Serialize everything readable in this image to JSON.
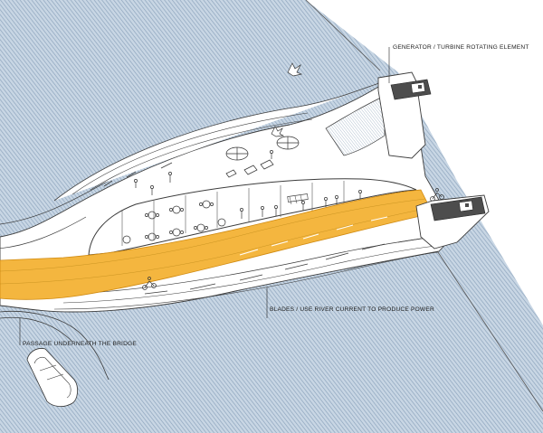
{
  "colors": {
    "water": "#c8d6e4",
    "water_hatch": "#8aa2bb",
    "deck": "#f4b63f",
    "deck_edge": "#d08a10",
    "line": "#3c3c3c",
    "turbine_block": "#4d4d4d"
  },
  "annotations": {
    "generator": "GENERATOR / TURBINE ROTATING ELEMENT",
    "blades": "BLADES / USE RIVER CURRENT TO PRODUCE POWER",
    "passage": "PASSAGE UNDERNEATH THE BRIDGE"
  },
  "icons": [
    "bird-icon",
    "umbrella-icon",
    "cyclist-icon",
    "boat-icon",
    "table-icon",
    "person-icon"
  ]
}
